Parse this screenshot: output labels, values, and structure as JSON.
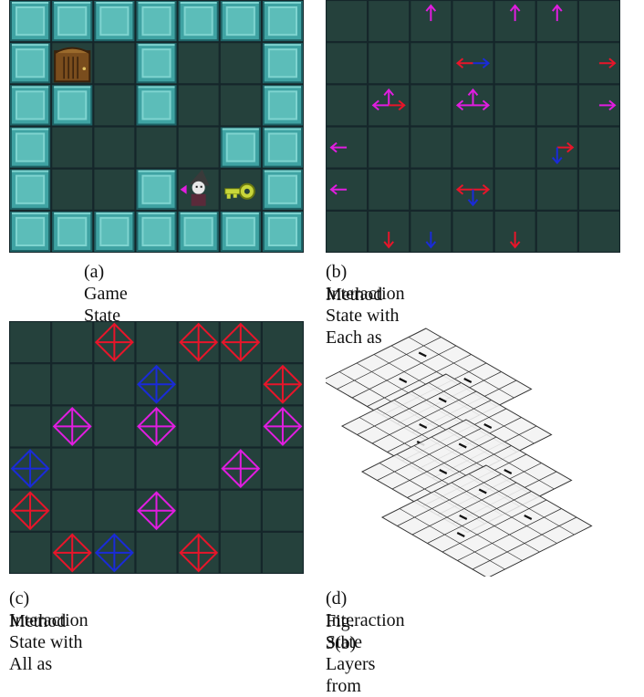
{
  "panels": {
    "a": {
      "caption": "(a) Game State",
      "rows": [
        "WWWWWWW",
        "WD.W..W",
        "WW.W..W",
        "W....WW",
        "W..WPKW",
        "WWWWWWW"
      ]
    },
    "b": {
      "caption_line1": "(b) Interaction State with Each as",
      "caption_line2": "Method",
      "arrows": [
        {
          "row": 0,
          "col": 2,
          "dirs": [
            "up"
          ],
          "color": "magenta"
        },
        {
          "row": 0,
          "col": 4,
          "dirs": [
            "up"
          ],
          "color": "magenta"
        },
        {
          "row": 0,
          "col": 5,
          "dirs": [
            "up"
          ],
          "color": "magenta"
        },
        {
          "row": 1,
          "col": 3,
          "dirs": [
            "left"
          ],
          "color": "red"
        },
        {
          "row": 1,
          "col": 3,
          "dirs": [
            "right"
          ],
          "color": "blue"
        },
        {
          "row": 1,
          "col": 6,
          "dirs": [
            "right"
          ],
          "color": "red"
        },
        {
          "row": 2,
          "col": 1,
          "dirs": [
            "left",
            "up"
          ],
          "color": "magenta"
        },
        {
          "row": 2,
          "col": 1,
          "dirs": [
            "right"
          ],
          "color": "red"
        },
        {
          "row": 2,
          "col": 3,
          "dirs": [
            "left",
            "up",
            "right"
          ],
          "color": "magenta"
        },
        {
          "row": 2,
          "col": 6,
          "dirs": [
            "right"
          ],
          "color": "magenta"
        },
        {
          "row": 3,
          "col": 0,
          "dirs": [
            "left"
          ],
          "color": "magenta"
        },
        {
          "row": 3,
          "col": 5,
          "dirs": [
            "right"
          ],
          "color": "red"
        },
        {
          "row": 3,
          "col": 5,
          "dirs": [
            "down"
          ],
          "color": "blue"
        },
        {
          "row": 4,
          "col": 0,
          "dirs": [
            "left"
          ],
          "color": "magenta"
        },
        {
          "row": 4,
          "col": 3,
          "dirs": [
            "left",
            "right"
          ],
          "color": "red"
        },
        {
          "row": 4,
          "col": 3,
          "dirs": [
            "down"
          ],
          "color": "blue"
        },
        {
          "row": 5,
          "col": 1,
          "dirs": [
            "down"
          ],
          "color": "red"
        },
        {
          "row": 5,
          "col": 2,
          "dirs": [
            "down"
          ],
          "color": "blue"
        },
        {
          "row": 5,
          "col": 4,
          "dirs": [
            "down"
          ],
          "color": "red"
        }
      ]
    },
    "c": {
      "caption_line1": "(c) Interaction State with All as",
      "caption_line2": "Method",
      "diamonds": [
        {
          "row": 0,
          "col": 2,
          "color": "red"
        },
        {
          "row": 0,
          "col": 4,
          "color": "red"
        },
        {
          "row": 0,
          "col": 5,
          "color": "red"
        },
        {
          "row": 1,
          "col": 3,
          "color": "blue"
        },
        {
          "row": 1,
          "col": 6,
          "color": "red"
        },
        {
          "row": 2,
          "col": 1,
          "color": "magenta"
        },
        {
          "row": 2,
          "col": 3,
          "color": "magenta"
        },
        {
          "row": 2,
          "col": 6,
          "color": "magenta"
        },
        {
          "row": 3,
          "col": 0,
          "color": "blue"
        },
        {
          "row": 3,
          "col": 5,
          "color": "magenta"
        },
        {
          "row": 4,
          "col": 0,
          "color": "red"
        },
        {
          "row": 4,
          "col": 3,
          "color": "magenta"
        },
        {
          "row": 5,
          "col": 1,
          "color": "red"
        },
        {
          "row": 5,
          "col": 2,
          "color": "blue"
        },
        {
          "row": 5,
          "col": 4,
          "color": "red"
        }
      ]
    },
    "d": {
      "caption_line1": "(d) Interaction State Layers from",
      "caption_line2": "Fig. 3(b)",
      "layer_count": 4
    }
  },
  "colors": {
    "grid_bg": "#223c37",
    "cell": "#25413c",
    "cell_border": "#15262a",
    "wall": "#3fa3a3",
    "wall_light": "#7fd4d0",
    "wall_dark": "#1e6366",
    "red": "#e8152a",
    "blue": "#1a2bd8",
    "magenta": "#e11de0",
    "door": "#7a4d1d",
    "key": "#c8d63a",
    "layer_fill": "#f2f2f2",
    "layer_line": "#333333"
  }
}
